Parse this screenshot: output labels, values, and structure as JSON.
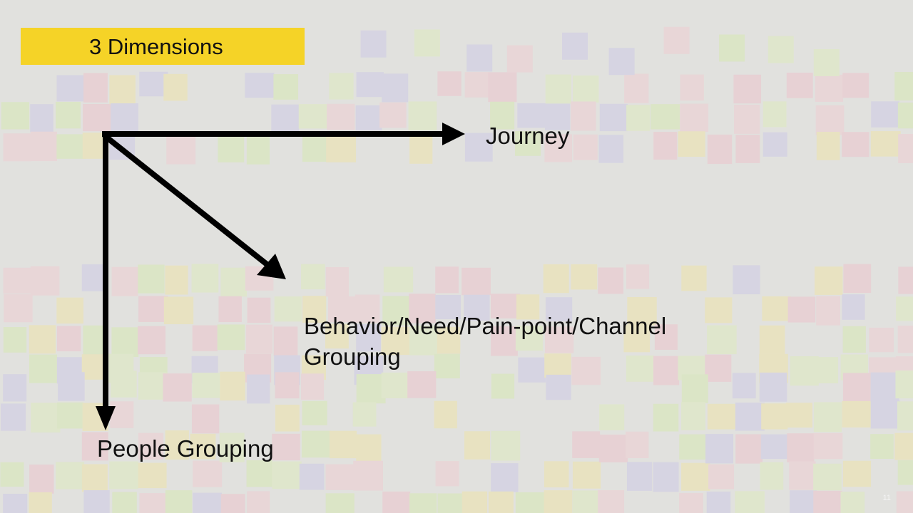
{
  "slide": {
    "title": "3 Dimensions",
    "labels": {
      "journey": "Journey",
      "behavior_line1": "Behavior/Need/Pain-point/Channel",
      "behavior_line2": "Grouping",
      "people": "People Grouping"
    },
    "page_number": "11"
  },
  "colors": {
    "title_bg": "#f5d327",
    "arrow": "#000000",
    "text": "#111111"
  }
}
